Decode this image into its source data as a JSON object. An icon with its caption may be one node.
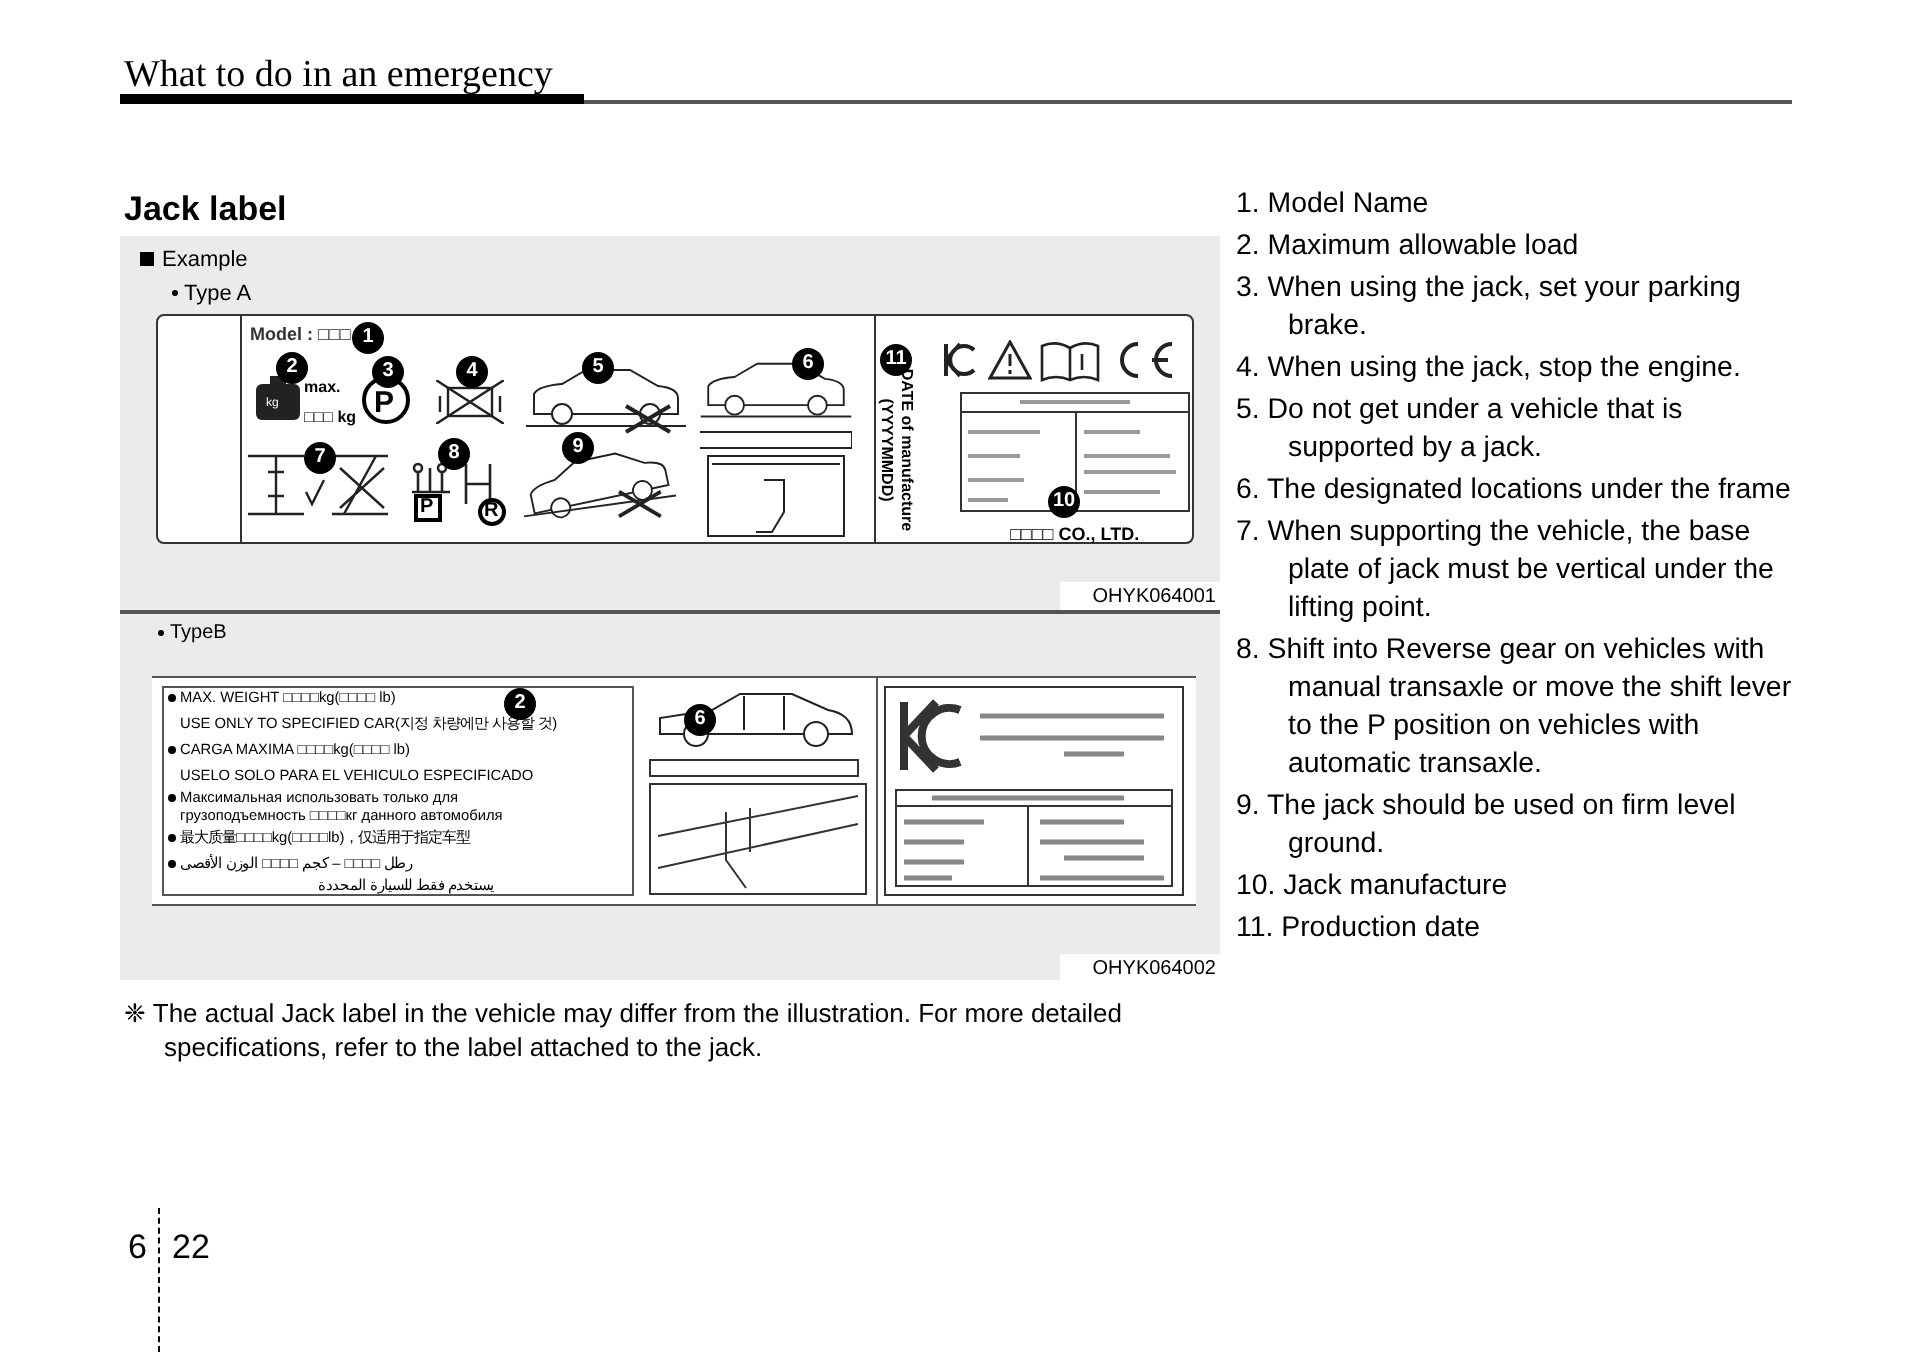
{
  "diagram": {
    "title": "Jack label",
    "labels": [
      "What to do in an emergency",
      "Example",
      "Type A",
      "Model : □□□",
      "1",
      "2",
      "max.",
      "□□□ kg",
      "kg",
      "3",
      "P",
      "4",
      "5",
      "6",
      "11",
      "DATE of manufacture (YYYYMMDD)",
      "7",
      "8",
      "P",
      "R",
      "9",
      "□□□□ CO., LTD.",
      "10",
      "OHYK064001",
      "TypeB",
      "MAX. WEIGHT □□□□kg(□□□□ lb)",
      "2",
      "USE ONLY TO SPECIFIED CAR(지정 차량에만 사용할 것)",
      "6",
      "CARGA MAXIMA □□□□kg(□□□□ lb)",
      "USELO SOLO PARA EL VEHICULO ESPECIFICADO",
      "Максимальная использовать только для",
      "грузоподъемность □□□□кг данного автомобиля",
      "最大质量□□□□kg(□□□□lb)，仅适用于指定车型",
      "رطل □□□□ – كجم □□□□ الوزن الأقصى",
      "يستخدم فقط للسيارة المحددة",
      "OHYK064002",
      "❈ The actual Jack label in the vehicle may differ from the illustration. For more detailed specifications, refer to the label attached to the jack.",
      "1. Model Name",
      "2. Maximum allowable load",
      "3. When using the jack, set your parking brake.",
      "4. When using the jack, stop the engine.",
      "5. Do not get under a vehicle that is supported by a jack.",
      "6. The designated locations under the frame",
      "7. When supporting the vehicle, the base plate of jack must be vertical under the lifting point.",
      "8. Shift into Reverse gear on vehicles with manual transaxle or move the shift lever to the P position on vehicles with automatic transaxle.",
      "9. The jack should be used on firm level ground.",
      "10. Jack manufacture",
      "11. Production date",
      "6",
      "22"
    ]
  }
}
